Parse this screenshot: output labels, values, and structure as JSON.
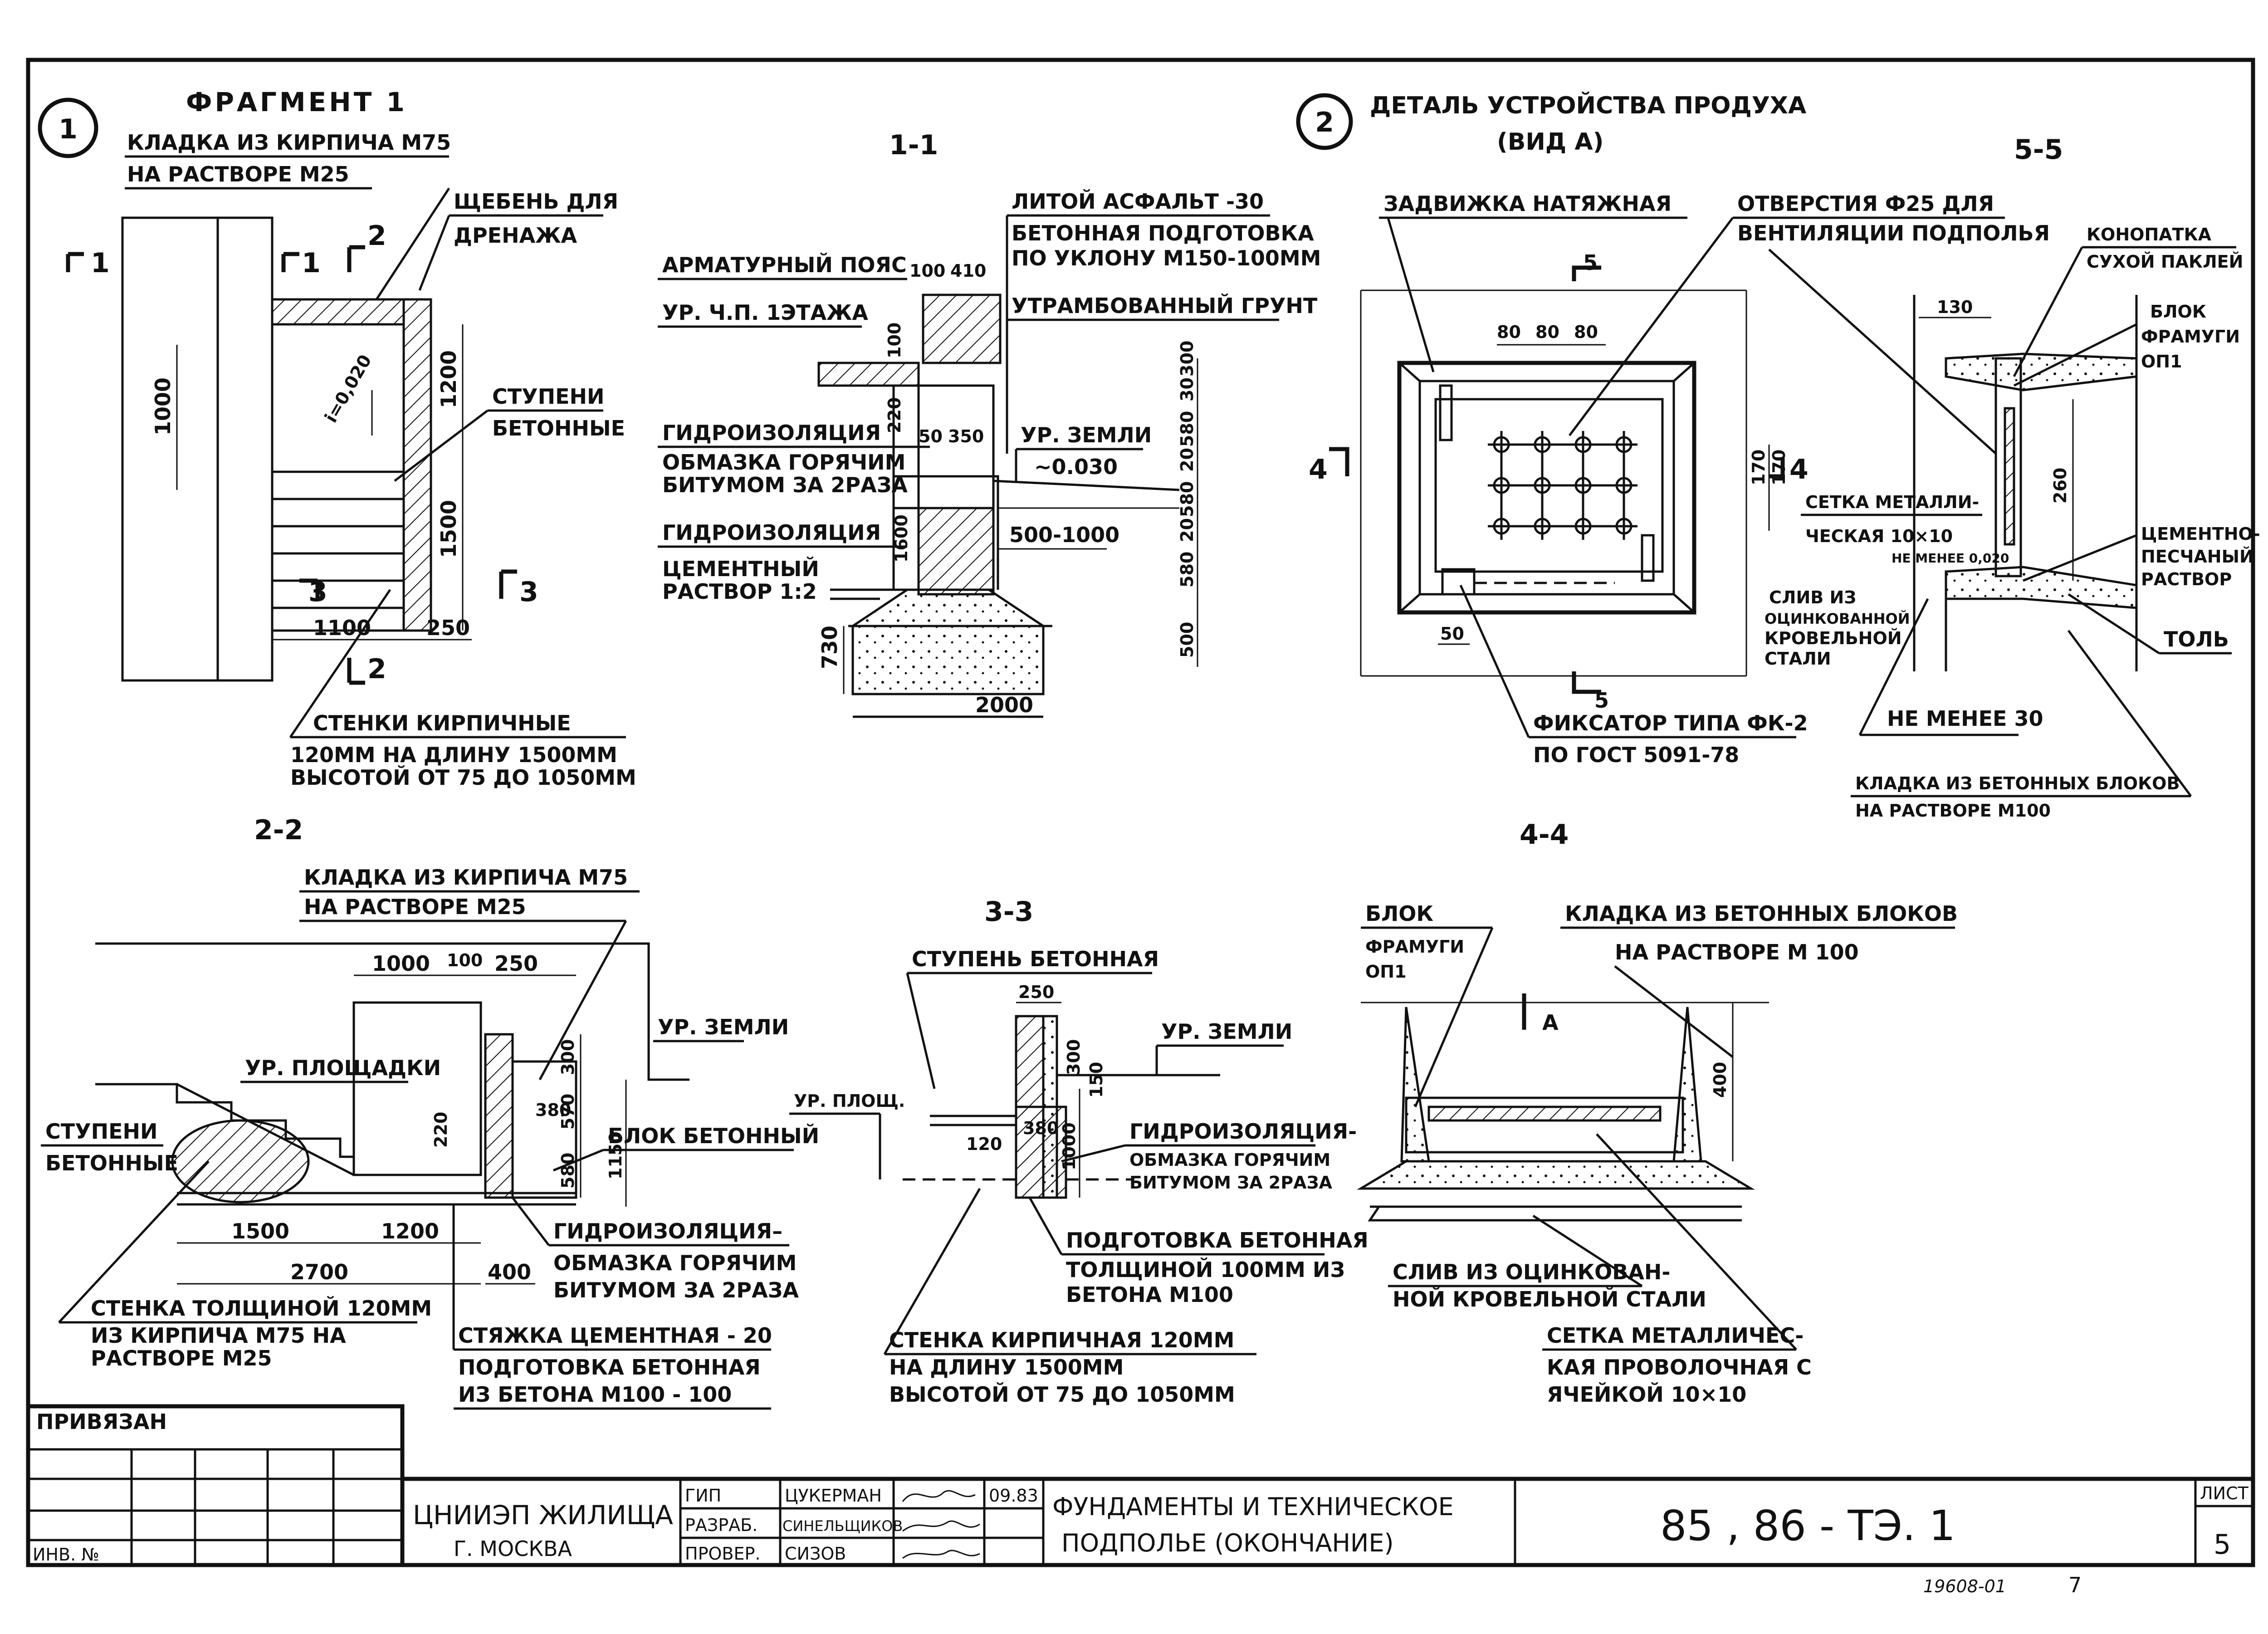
{
  "fragment1": {
    "marker": "1",
    "title": "ФРАГМЕНТ 1",
    "brick_label": "КЛАДКА ИЗ КИРПИЧА М75",
    "brick_mortar": "НА РАСТВОРЕ М25",
    "gravel_1": "ЩЕБЕНЬ ДЛЯ",
    "gravel_2": "ДРЕНАЖА",
    "steps_1": "СТУПЕНИ",
    "steps_2": "БЕТОННЫЕ",
    "slope": "i=0,020",
    "walls_1": "СТЕНКИ КИРПИЧНЫЕ",
    "walls_2": "120ММ НА ДЛИНУ 1500ММ",
    "walls_3": "ВЫСОТОЙ ОТ 75 ДО 1050ММ",
    "dim_1000": "1000",
    "dim_1200": "1200",
    "dim_1500": "1500",
    "dim_1100": "1100",
    "dim_250": "250",
    "cut_1": "1",
    "cut_2": "2",
    "cut_3": "3"
  },
  "section11": {
    "title": "1-1",
    "asphalt": "ЛИТОЙ АСФАЛЬТ -30",
    "prep_1": "БЕТОННАЯ ПОДГОТОВКА",
    "prep_2": "ПО УКЛОНУ М150-100ММ",
    "soil": "УТРАМБОВАННЫЙ ГРУНТ",
    "belt": "АРМАТУРНЫЙ ПОЯС",
    "floor": "УР. Ч.П. 1ЭТАЖА",
    "hydro_1": "ГИДРОИЗОЛЯЦИЯ",
    "hydro_2": "ОБМАЗКА ГОРЯЧИМ",
    "hydro_3": "БИТУМОМ ЗА 2РАЗА",
    "hydro2_1": "ГИДРОИЗОЛЯЦИЯ",
    "hydro2_2": "ЦЕМЕНТНЫЙ",
    "hydro2_3": "РАСТВОР 1:2",
    "ground": "УР. ЗЕМЛИ",
    "ground_val": "~0.030",
    "d100": "100",
    "d410": "410",
    "d220": "220",
    "d50": "50",
    "d350": "350",
    "d1600": "1600",
    "d500_1000": "500-1000",
    "d730": "730",
    "d2000": "2000",
    "d300": "300",
    "d580a": "580",
    "d580b": "580",
    "d580c": "580",
    "d500": "500",
    "d20": "20",
    "d30": "30"
  },
  "detail2": {
    "marker": "2",
    "title_1": "ДЕТАЛЬ УСТРОЙСТВА ПРОДУХА",
    "title_2": "(ВИД А)",
    "valve": "ЗАДВИЖКА НАТЯЖНАЯ",
    "holes_1": "ОТВЕРСТИЯ Ф25 ДЛЯ",
    "holes_2": "ВЕНТИЛЯЦИИ ПОДПОЛЬЯ",
    "fix_1": "ФИКСАТОР ТИПА ФК-2",
    "fix_2": "ПО ГОСТ 5091-78",
    "d80a": "80",
    "d80b": "80",
    "d80c": "80",
    "d170a": "170",
    "d170b": "170",
    "d50": "50",
    "cut4": "4",
    "cut5": "5"
  },
  "section55": {
    "title": "5-5",
    "caulk_1": "КОНОПАТКА",
    "caulk_2": "СУХОЙ ПАКЛЕЙ",
    "block_1": "БЛОК",
    "block_2": "ФРАМУГИ",
    "block_3": "ОП1",
    "mesh_1": "СЕТКА МЕТАЛЛИ-",
    "mesh_2": "ЧЕСКАЯ 10×10",
    "min_a": "НЕ МЕНЕЕ 0,020",
    "mortar_1": "ЦЕМЕНТНО-",
    "mortar_2": "ПЕСЧАНЫЙ",
    "mortar_3": "РАСТВОР",
    "drain_1": "СЛИВ ИЗ",
    "drain_2": "ОЦИНКОВАННОЙ",
    "drain_3": "КРОВЕЛЬНОЙ",
    "drain_4": "СТАЛИ",
    "tar": "ТОЛЬ",
    "min_30": "НЕ МЕНЕЕ 30",
    "masonry_1": "КЛАДКА ИЗ БЕТОННЫХ БЛОКОВ",
    "masonry_2": "НА РАСТВОРЕ М100",
    "d130": "130",
    "d260": "260"
  },
  "section22": {
    "title": "2-2",
    "brick_1": "КЛАДКА ИЗ КИРПИЧА М75",
    "brick_2": "НА РАСТВОРЕ М25",
    "platform": "УР. ПЛОЩАДКИ",
    "ground": "УР. ЗЕМЛИ",
    "steps_1": "СТУПЕНИ",
    "steps_2": "БЕТОННЫЕ",
    "block": "БЛОК БЕТОННЫЙ",
    "hydro_1": "ГИДРОИЗОЛЯЦИЯ–",
    "hydro_2": "ОБМАЗКА ГОРЯЧИМ",
    "hydro_3": "БИТУМОМ ЗА 2РАЗА",
    "wall_1": "СТЕНКА ТОЛЩИНОЙ 120ММ",
    "wall_2": "ИЗ КИРПИЧА М75 НА",
    "wall_3": "РАСТВОРЕ М25",
    "screed_1": "СТЯЖКА ЦЕМЕНТНАЯ - 20",
    "screed_2": "ПОДГОТОВКА БЕТОННАЯ",
    "screed_3": "ИЗ БЕТОНА М100 - 100",
    "d1000": "1000",
    "d100": "100",
    "d250": "250",
    "d300": "300",
    "d380": "380",
    "d570": "570",
    "d580": "580",
    "d220": "220",
    "d1150": "1150",
    "d1500": "1500",
    "d1200": "1200",
    "d2700": "2700",
    "d400": "400"
  },
  "section33": {
    "title": "3-3",
    "step": "СТУПЕНЬ БЕТОННАЯ",
    "ground": "УР. ЗЕМЛИ",
    "platform": "УР. ПЛОЩ.",
    "hydro_1": "ГИДРОИЗОЛЯЦИЯ-",
    "hydro_2": "ОБМАЗКА ГОРЯЧИМ",
    "hydro_3": "БИТУМОМ ЗА 2РАЗА",
    "prep_1": "ПОДГОТОВКА БЕТОННАЯ",
    "prep_2": "ТОЛЩИНОЙ 100ММ ИЗ",
    "prep_3": "БЕТОНА М100",
    "wall_1": "СТЕНКА КИРПИЧНАЯ 120ММ",
    "wall_2": "НА ДЛИНУ 1500ММ",
    "wall_3": "ВЫСОТОЙ ОТ 75 ДО 1050ММ",
    "d250": "250",
    "d300": "300",
    "d150": "150",
    "d120": "120",
    "d380": "380",
    "d1000": "1000"
  },
  "section44": {
    "title": "4-4",
    "block_1": "БЛОК",
    "block_2": "ФРАМУГИ",
    "block_3": "ОП1",
    "masonry_1": "КЛАДКА ИЗ БЕТОННЫХ БЛОКОВ",
    "masonry_2": "НА РАСТВОРЕ М 100",
    "view": "А",
    "d400": "400",
    "drain_1": "СЛИВ ИЗ ОЦИНКОВАН-",
    "drain_2": "НОЙ КРОВЕЛЬНОЙ СТАЛИ",
    "mesh_1": "СЕТКА МЕТАЛЛИЧЕС-",
    "mesh_2": "КАЯ ПРОВОЛОЧНАЯ С",
    "mesh_3": "ЯЧЕЙКОЙ 10×10"
  },
  "stamp": {
    "bound": "ПРИВЯЗАН",
    "inv": "ИНВ. №",
    "org_1": "ЦНИИЭП ЖИЛИЩА",
    "org_2": "Г. МОСКВА",
    "gip": "ГИП",
    "gip_name": "ЦУКЕРМАН",
    "dev": "РАЗРАБ.",
    "dev_name": "СИНЕЛЬЩИКОВ",
    "chk": "ПРОВЕР.",
    "chk_name": "СИЗОВ",
    "date": "09.83",
    "title_1": "ФУНДАМЕНТЫ И ТЕХНИЧЕСКОЕ",
    "title_2": "ПОДПОЛЬЕ (ОКОНЧАНИЕ)",
    "code": "85 , 86 - ТЭ. 1",
    "sheet_label": "ЛИСТ",
    "sheet_no": "5",
    "archive": "19608-01",
    "page": "7"
  }
}
